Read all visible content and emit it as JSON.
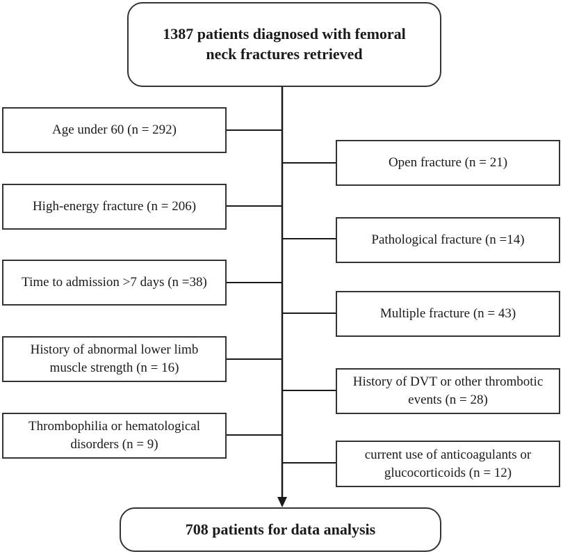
{
  "top_box": {
    "text": "1387 patients diagnosed with femoral neck fractures retrieved"
  },
  "exclusions_left": [
    {
      "text": "Age under 60 (n = 292)"
    },
    {
      "text": "High-energy  fracture  (n = 206)"
    },
    {
      "text": "Time  to  admission  >7 days  (n =38)"
    },
    {
      "text": "History  of  abnormal  lower  limb muscle  strength  (n = 16)"
    },
    {
      "text": "Thrombophilia  or  hematological disorders  (n = 9)"
    }
  ],
  "exclusions_right": [
    {
      "text": "Open fracture  (n = 21)"
    },
    {
      "text": "Pathological  fracture  (n =14)"
    },
    {
      "text": "Multiple  fracture  (n = 43)"
    },
    {
      "text": "History  of  DVT  or  other thrombotic  events  (n = 28)"
    },
    {
      "text": "current  use  of  anticoagulants  or glucocorticoids  (n = 12)"
    }
  ],
  "bottom_box": {
    "text": "708 patients for data analysis"
  },
  "colors": {
    "line": "#1a1a1a",
    "border": "#333333"
  }
}
